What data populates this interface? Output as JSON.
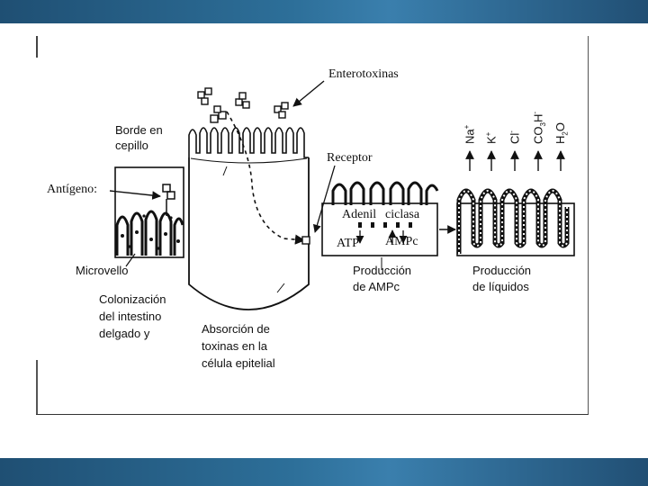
{
  "labels": {
    "enterotoxinas": "Enterotoxinas",
    "borde_line1": "Borde en",
    "borde_line2": "cepillo",
    "antigeno": "Antígeno:",
    "receptor": "Receptor",
    "adenil": "Adenil",
    "ciclasa": "ciclasa",
    "atp": "ATP",
    "ampc": "AMPc",
    "microvello": "Microvello",
    "colonizacion_line1": "Colonización",
    "colonizacion_line2": "del intestino",
    "colonizacion_line3": "delgado y",
    "absorcion_line1": "Absorción de",
    "absorcion_line2": "toxinas en la",
    "absorcion_line3": "célula epitelial",
    "produccion_ampc_line1": "Producción",
    "produccion_ampc_line2": "de AMPc",
    "produccion_liquidos_line1": "Producción",
    "produccion_liquidos_line2": "de líquidos"
  },
  "ions": [
    {
      "base": "Na",
      "sub": "",
      "sup": "+"
    },
    {
      "base": "K",
      "sub": "",
      "sup": "+"
    },
    {
      "base": "Cl",
      "sub": "",
      "sup": "-"
    },
    {
      "base": "CO",
      "sub": "3",
      "sup": "",
      "tail": "H",
      "tail_sup": "-"
    },
    {
      "base": "H",
      "sub": "2",
      "sup": "",
      "tail": "O",
      "tail_sup": ""
    }
  ],
  "colors": {
    "bar_dark": "#1f4f73",
    "bar_light": "#3a7fad",
    "ink": "#111111"
  }
}
